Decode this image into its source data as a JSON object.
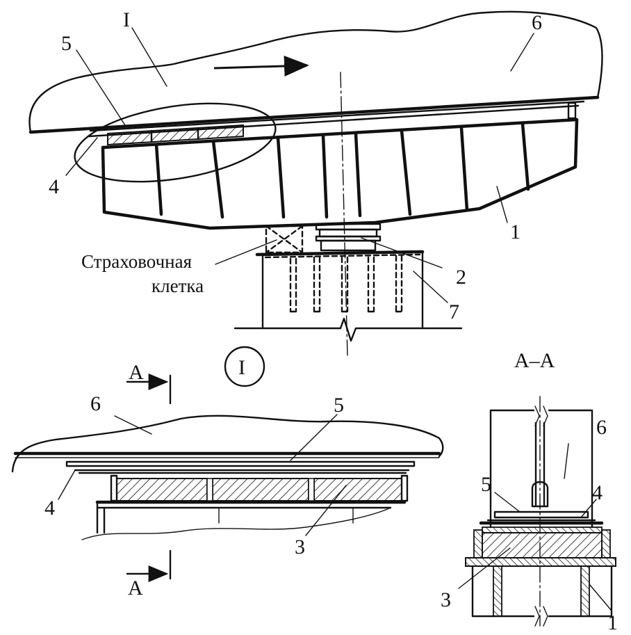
{
  "figure": {
    "detail_label": "I",
    "section_title": "A–A",
    "section_mark": "A",
    "annotation_text_line1": "Страховочная",
    "annotation_text_line2": "клетка"
  },
  "callouts": {
    "main": {
      "n1": "1",
      "n2": "2",
      "n4": "4",
      "n5": "5",
      "n6": "6",
      "n7": "7"
    },
    "detail": {
      "n3": "3",
      "n4": "4",
      "n5": "5",
      "n6": "6"
    },
    "section": {
      "n1": "1",
      "n3": "3",
      "n4": "4",
      "n5": "5",
      "n6": "6"
    }
  },
  "colors": {
    "ink": "#111111",
    "paper": "#ffffff"
  }
}
